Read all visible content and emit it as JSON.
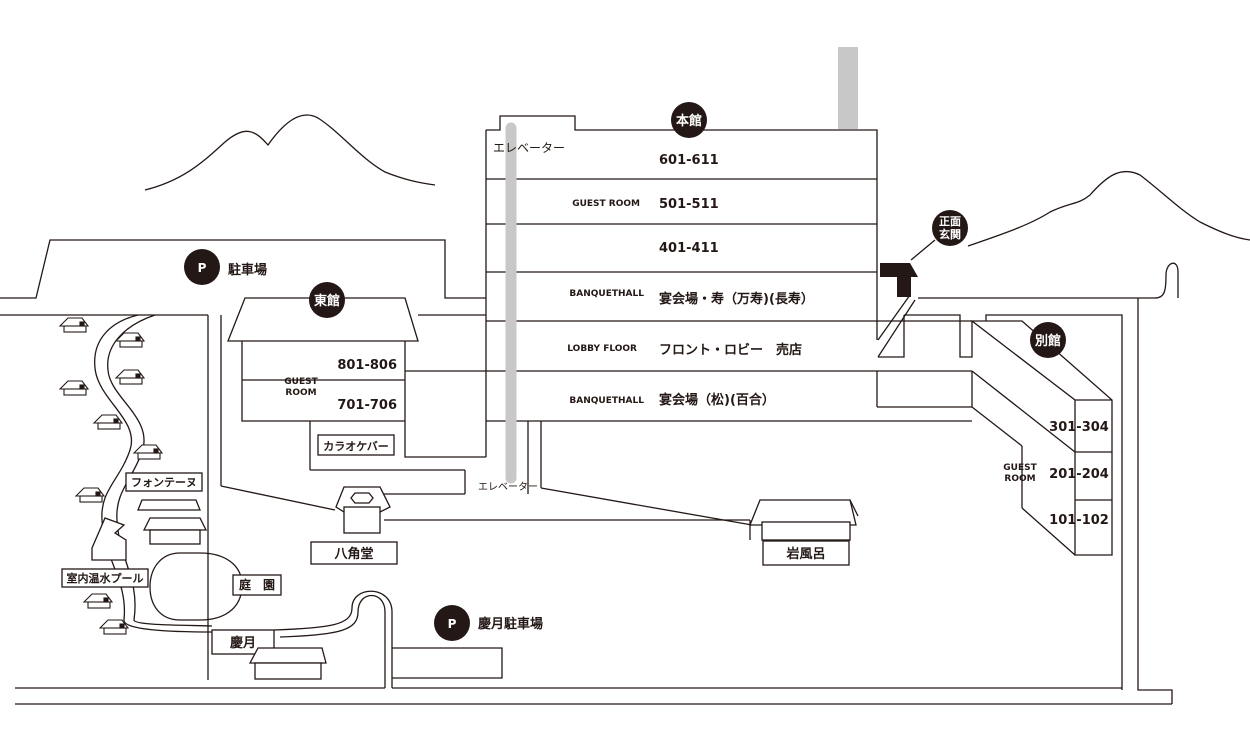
{
  "honkan": {
    "title": "本館",
    "elevator_top": "エレベーター",
    "elevator_bottom": "エレベーター",
    "floors": [
      {
        "type": "",
        "rooms": "601-611"
      },
      {
        "type": "GUEST ROOM",
        "rooms": "501-511"
      },
      {
        "type": "",
        "rooms": "401-411"
      },
      {
        "type": "BANQUETHALL",
        "rooms": "宴会場・寿（万寿)(長寿）"
      },
      {
        "type": "LOBBY FLOOR",
        "rooms": "フロント・ロビー　売店"
      },
      {
        "type": "BANQUETHALL",
        "rooms": "宴会場（松)(百合）"
      }
    ]
  },
  "parking": {
    "icon": "P",
    "label": "駐車場"
  },
  "parking2": {
    "icon": "P",
    "label": "慶月駐車場"
  },
  "entrance": {
    "line1": "正面",
    "line2": "玄関"
  },
  "higashikan": {
    "title": "東館",
    "guest_room_1": "GUEST",
    "guest_room_2": "ROOM",
    "rooms_upper": "801-806",
    "rooms_lower": "701-706",
    "karaoke": "カラオケバー"
  },
  "bekkan": {
    "title": "別館",
    "guest_room_1": "GUEST",
    "guest_room_2": "ROOM",
    "rooms": [
      "301-304",
      "201-204",
      "101-102"
    ]
  },
  "facilities": {
    "hakkakudo": "八角堂",
    "iwaburo": "岩風呂",
    "teien": "庭　園",
    "keigetsu": "慶月",
    "pool": "室内温水プール",
    "fontaine": "フォンテーヌ"
  }
}
